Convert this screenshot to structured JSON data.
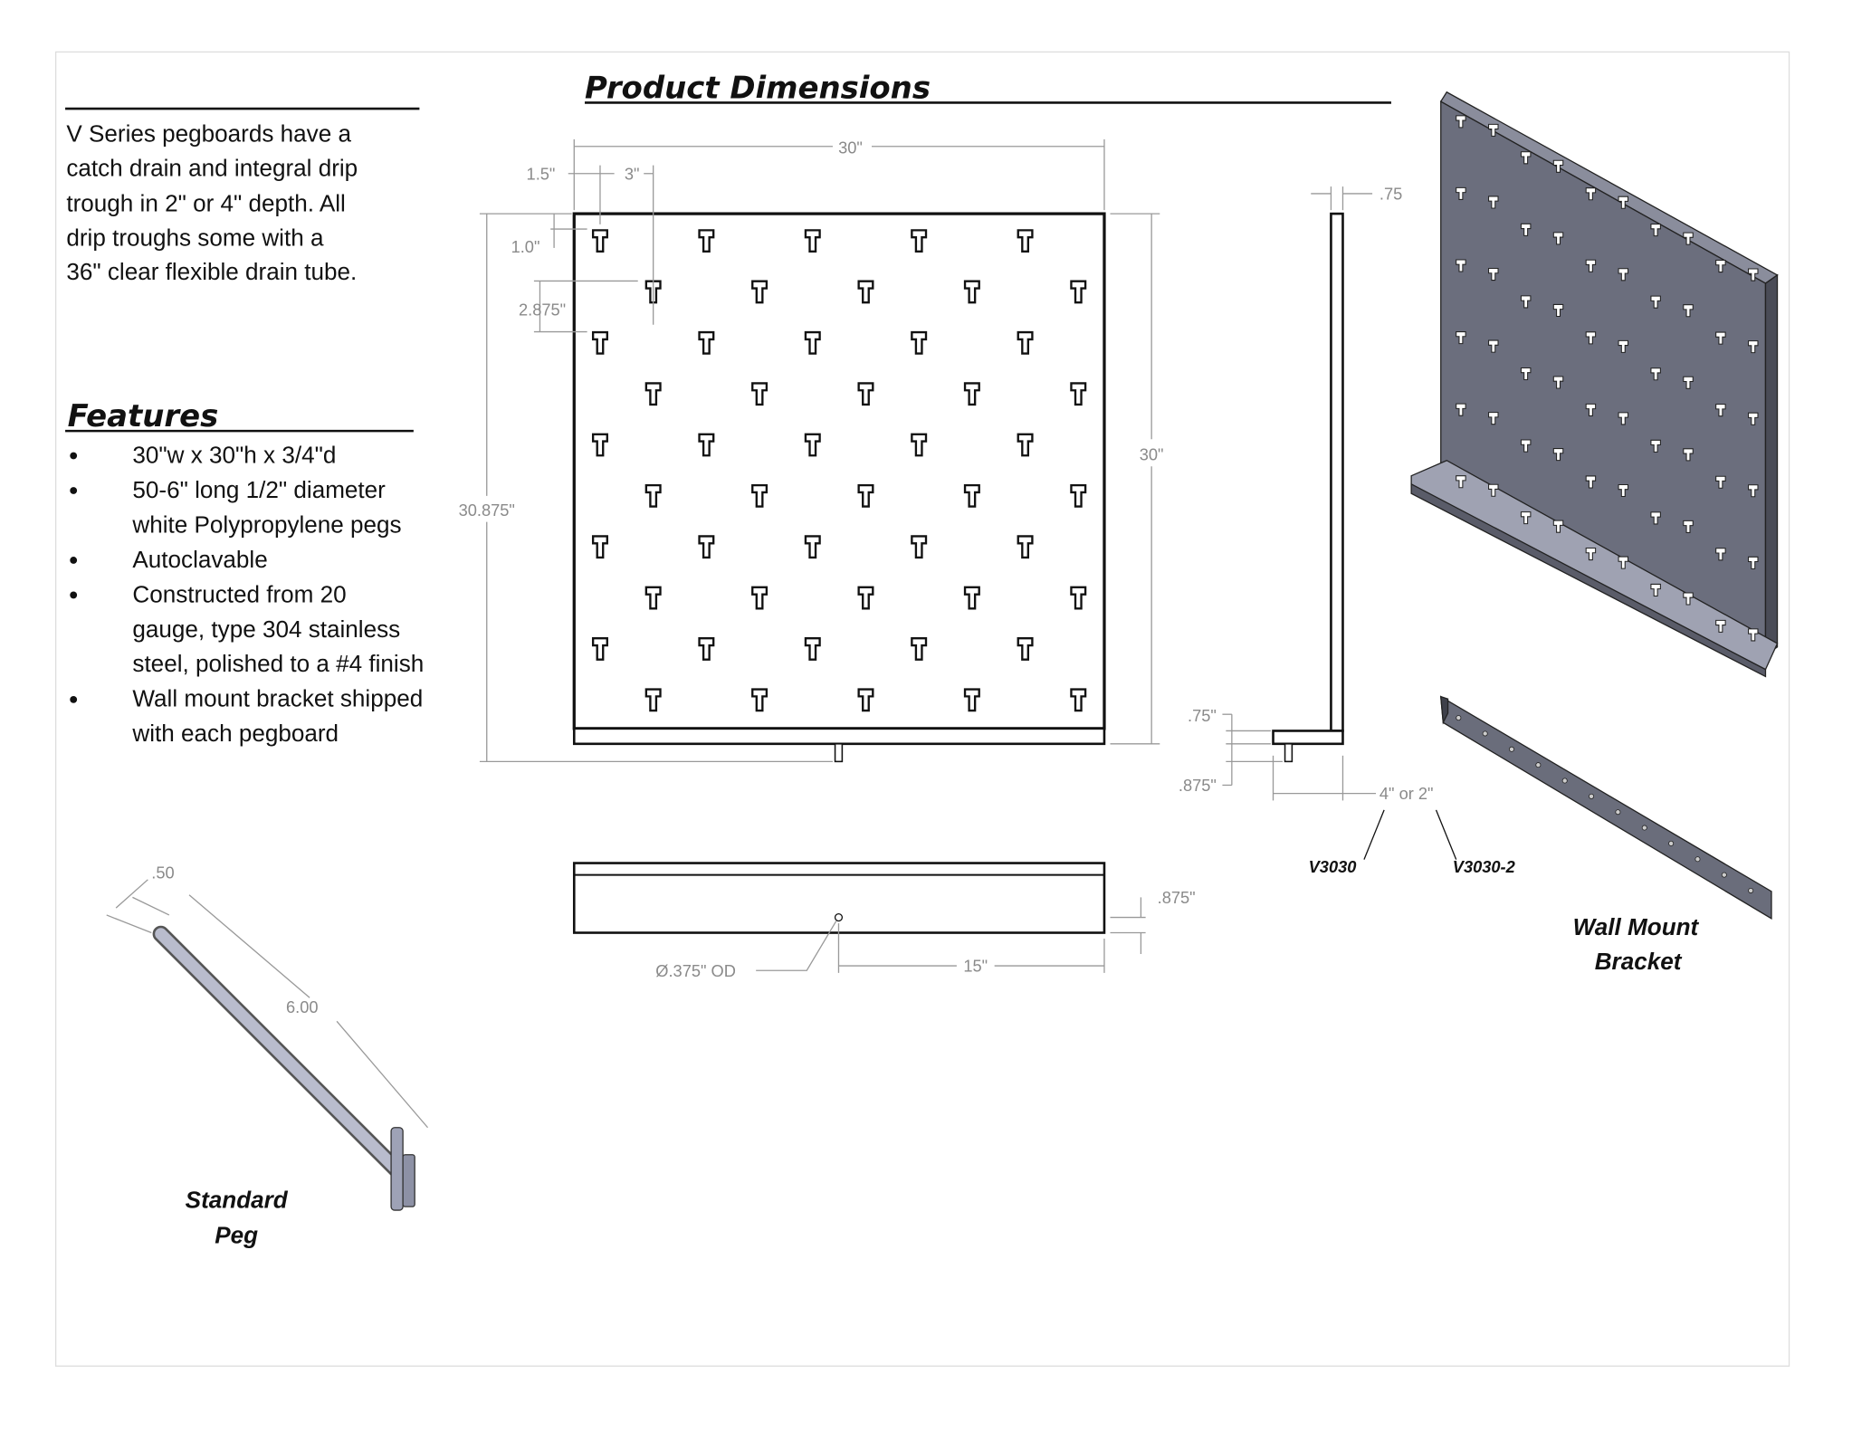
{
  "intro": {
    "lines": [
      "V Series pegboards have a",
      "catch drain and integral drip",
      "trough in 2\" or 4\" depth. All",
      "drip troughs some with a",
      "36\" clear flexible drain tube."
    ]
  },
  "features": {
    "title": "Features",
    "lines": [
      {
        "bullet": true,
        "text": "30\"w x 30\"h x 3/4\"d"
      },
      {
        "bullet": true,
        "text": "50-6\" long 1/2\" diameter"
      },
      {
        "bullet": false,
        "text": "white Polypropylene pegs"
      },
      {
        "bullet": true,
        "text": "Autoclavable"
      },
      {
        "bullet": true,
        "text": "Constructed from 20"
      },
      {
        "bullet": false,
        "text": "gauge, type 304 stainless"
      },
      {
        "bullet": false,
        "text": "steel, polished to a #4 finish"
      },
      {
        "bullet": true,
        "text": "Wall mount bracket shipped"
      },
      {
        "bullet": false,
        "text": "with each pegboard"
      }
    ]
  },
  "drawing": {
    "title": "Product Dimensions",
    "dims": {
      "width": "30\"",
      "edge_offset": "1.5\"",
      "spacing": "3\"",
      "top_offset": "1.0\"",
      "row_spacing": "2.875\"",
      "total_height": "30.875\"",
      "height": "30\"",
      "thickness": ".75",
      "trough_thickness": ".75\"",
      "drain": ".875\"",
      "depth": "4\" or 2\"",
      "bottom_drain": ".875\"",
      "drain_od": "Ø.375\" OD",
      "drain_center": "15\"",
      "peg_dia": ".50",
      "peg_len": "6.00"
    },
    "models": [
      "V3030",
      "V3030-2"
    ],
    "labels": {
      "peg": [
        "Standard",
        "Peg"
      ],
      "bracket": [
        "Wall Mount",
        "Bracket"
      ]
    }
  }
}
